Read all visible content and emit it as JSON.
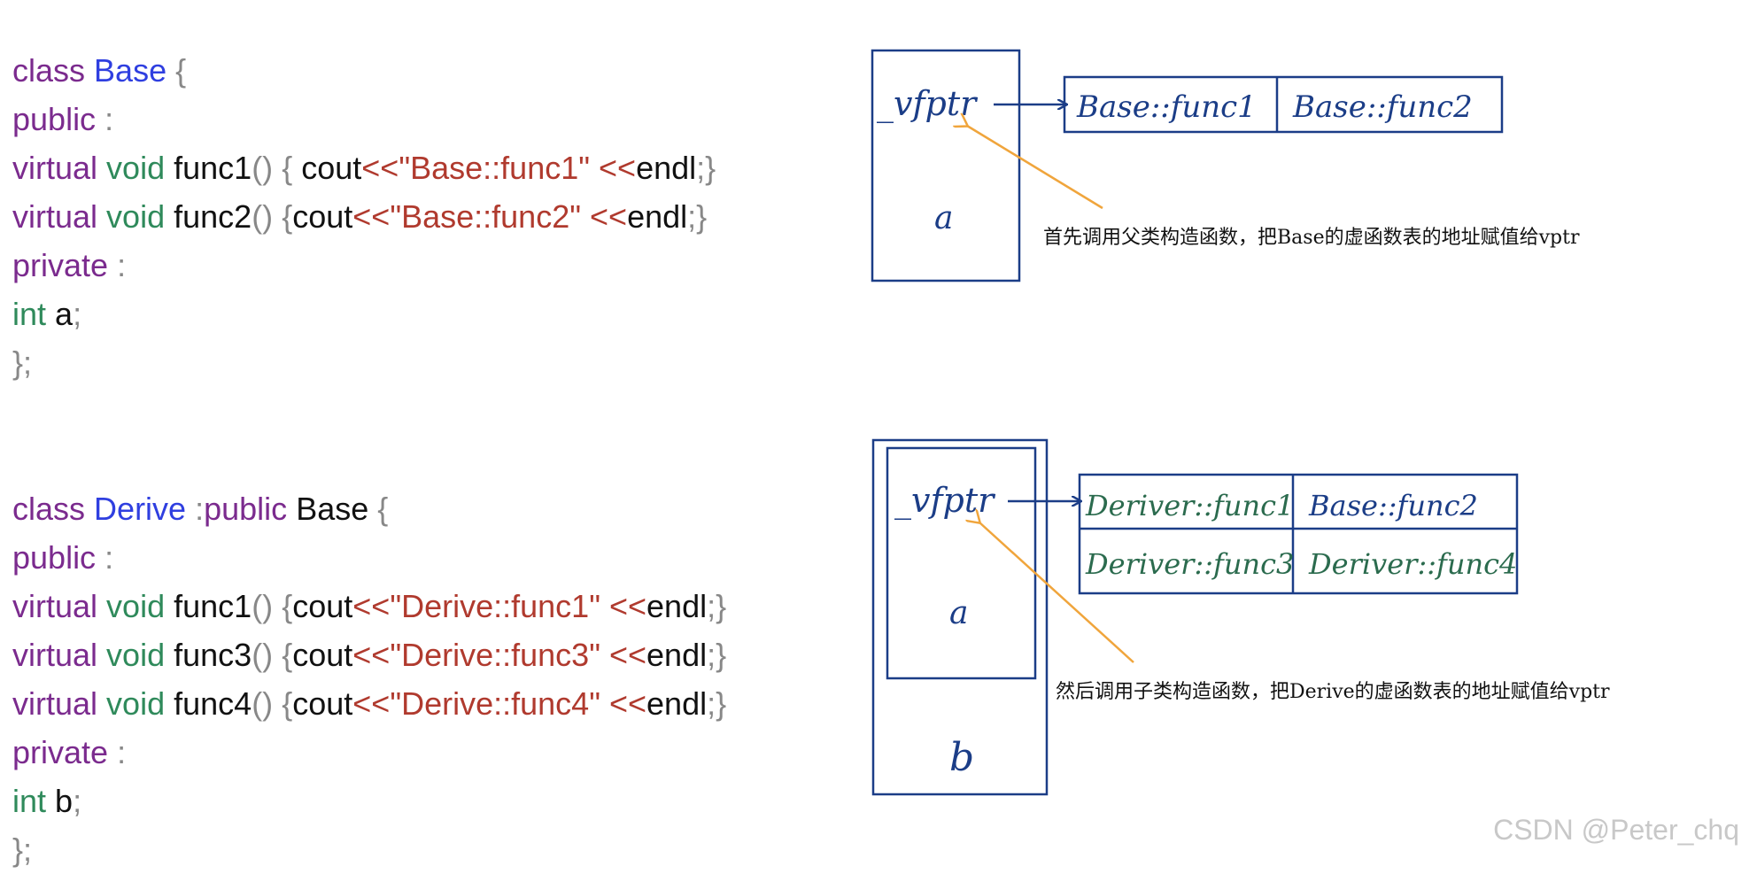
{
  "base_class": {
    "line1": {
      "kw": "class",
      "name": "Base",
      "brace": "{"
    },
    "public_label": {
      "kw": "public",
      "colon": ":"
    },
    "func1": {
      "kw": "virtual",
      "ty": "void",
      "name": "func1",
      "parens": "()",
      "open": "{",
      "sp": " ",
      "cout": "cout",
      "op": "<<",
      "str": "\"Base::func1\"",
      "sp2": " ",
      "op2": "<<",
      "endl": "endl",
      "semi": ";",
      "close": "}"
    },
    "func2": {
      "kw": "virtual",
      "ty": "void",
      "name": "func2",
      "parens": "()",
      "open": "{",
      "cout": "cout",
      "op": "<<",
      "str": "\"Base::func2\"",
      "sp2": " ",
      "op2": "<<",
      "endl": "endl",
      "semi": ";",
      "close": "}"
    },
    "private_label": {
      "kw": "private",
      "colon": ":"
    },
    "member": {
      "ty": "int",
      "name": "a",
      "semi": ";"
    },
    "end": {
      "text": "};"
    }
  },
  "derive_class": {
    "line1": {
      "kw": "class",
      "name": "Derive",
      "colon": ":",
      "kw2": "public",
      "base": "Base",
      "brace": "{"
    },
    "public_label": {
      "kw": "public",
      "colon": ":"
    },
    "func1": {
      "kw": "virtual",
      "ty": "void",
      "name": "func1",
      "parens": "()",
      "open": "{",
      "cout": "cout",
      "op": "<<",
      "str": "\"Derive::func1\"",
      "sp2": " ",
      "op2": "<<",
      "endl": "endl",
      "semi": ";",
      "close": "}"
    },
    "func3": {
      "kw": "virtual",
      "ty": "void",
      "name": "func3",
      "parens": "()",
      "open": "{",
      "cout": "cout",
      "op": "<<",
      "str": "\"Derive::func3\"",
      "sp2": " ",
      "op2": "<<",
      "endl": "endl",
      "semi": ";",
      "close": "}"
    },
    "func4": {
      "kw": "virtual",
      "ty": "void",
      "name": "func4",
      "parens": "()",
      "open": "{",
      "cout": "cout",
      "op": "<<",
      "str": "\"Derive::func4\"",
      "sp2": " ",
      "op2": "<<",
      "endl": "endl",
      "semi": ";",
      "close": "}"
    },
    "private_label": {
      "kw": "private",
      "colon": ":"
    },
    "member": {
      "ty": "int",
      "name": "b",
      "semi": ";"
    },
    "end": {
      "text": "};"
    }
  },
  "diagram_top": {
    "vptr": "_vfptr",
    "member": "a",
    "vtable": [
      "Base::func1",
      "Base::func2"
    ],
    "note": "首先调用父类构造函数，把Base的虚函数表的地址赋值给vptr"
  },
  "diagram_bottom": {
    "vptr": "_vfptr",
    "inner_member": "a",
    "outer_member": "b",
    "vtable": [
      "Deriver::func1",
      "Base::func2",
      "Deriver::func3",
      "Deriver::func4"
    ],
    "note": "然后调用子类构造函数，把Derive的虚函数表的地址赋值给vptr"
  },
  "watermark": "CSDN @Peter_chq",
  "colors": {
    "box": "#1b3d87",
    "arrow": "#f0a53c",
    "green_ink": "#2b6b4e"
  }
}
